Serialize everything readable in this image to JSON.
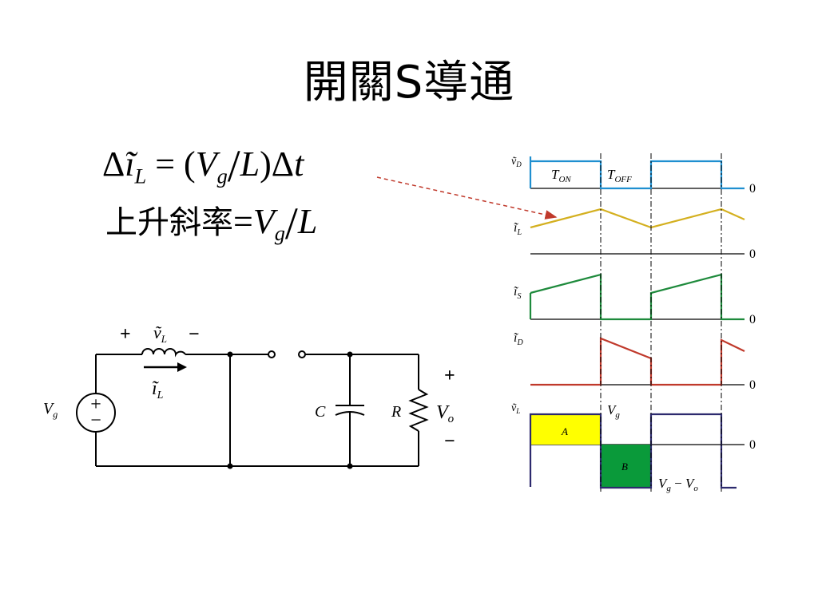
{
  "title": "開關S導通",
  "formula_1": {
    "delta": "Δ",
    "i_var": "ĩ",
    "i_sub": "L",
    "eq": " = (",
    "v_var": "V",
    "v_sub": "g",
    "slash": "/",
    "l_var": "L",
    "tail": ")Δ",
    "t_var": "t"
  },
  "formula_2": {
    "text": "上升斜率",
    "eq": "=",
    "v_var": "V",
    "v_sub": "g",
    "slash": "/",
    "l_var": "L"
  },
  "circuit": {
    "source": {
      "symbol": "V",
      "subscript": "g"
    },
    "inductor_voltage": {
      "plus": "+",
      "minus": "−",
      "symbol": "ṽ",
      "subscript": "L"
    },
    "inductor_current": {
      "symbol": "ĩ",
      "subscript": "L"
    },
    "capacitor": "C",
    "resistor": "R",
    "output": {
      "plus": "+",
      "minus": "−",
      "symbol": "V",
      "subscript": "o"
    }
  },
  "waveforms": {
    "zero_label": "0",
    "t_on": {
      "symbol": "T",
      "subscript": "ON"
    },
    "t_off": {
      "symbol": "T",
      "subscript": "OFF"
    },
    "vD": {
      "symbol": "ṽ",
      "subscript": "D",
      "color": "#1f8fd0"
    },
    "iL": {
      "symbol": "ĩ",
      "subscript": "L",
      "color": "#d4b020"
    },
    "iS": {
      "symbol": "ĩ",
      "subscript": "S",
      "color": "#1e8a3c"
    },
    "iD": {
      "symbol": "ĩ",
      "subscript": "D",
      "color": "#c0392b"
    },
    "vL": {
      "symbol": "ṽ",
      "subscript": "L",
      "color": "#2d2a6e"
    },
    "area_a": {
      "label": "A",
      "color": "#ffff00"
    },
    "area_b": {
      "label": "B",
      "color": "#0a9a3a"
    },
    "vg_label": {
      "symbol": "V",
      "subscript": "g"
    },
    "vgvo_label": {
      "v1": "V",
      "s1": "g",
      "minus": " − ",
      "v2": "V",
      "s2": "o"
    }
  },
  "arrow_color": "#c0392b"
}
